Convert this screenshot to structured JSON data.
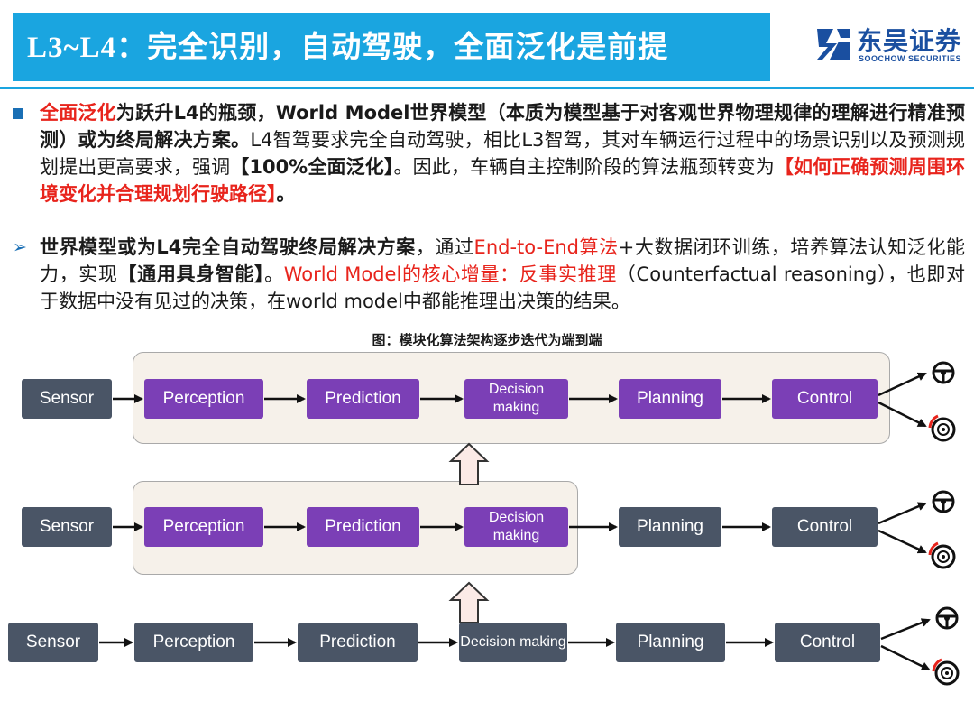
{
  "header": {
    "title_prefix": "L3~L4",
    "title_rest": "：完全识别，自动驾驶，全面泛化是前提"
  },
  "logo": {
    "name_cn": "东吴证券",
    "name_en": "SOOCHOW SECURITIES"
  },
  "paragraph1": {
    "s1_red": "全面泛化",
    "s2_bold": "为跃升L4的瓶颈，World Model世界模型（本质为模型基于对客观世界物理规律的理解进行精准预测）或为终局解决方案。",
    "s3": "L4智驾要求完全自动驾驶，相比L3智驾，其对车辆运行过程中的场景识别以及预测规划提出更高要求，强调",
    "s4_bold": "【100%全面泛化】",
    "s5": "。因此，车辆自主控制阶段的算法瓶颈转变为",
    "s6_red": "【如何正确预测周围环境变化并合理规划行驶路径】",
    "s7": "。"
  },
  "paragraph2": {
    "s1_bold": "世界模型或为L4完全自动驾驶终局解决方案",
    "s2": "，通过",
    "s3_red": "End-to-End算法",
    "s4": "+大数据闭环训练，培养算法认知泛化能力，实现",
    "s5_bold": "【通用具身智能】",
    "s6": "。",
    "s7_red": "World Model的核心增量：反事实推理",
    "s8": "（Counterfactual reasoning），也即对于数据中没有见过的决策，在world model中都能推理出决策的结果。"
  },
  "figure": {
    "caption": "图：模块化算法架构逐步迭代为端到端",
    "rows": [
      {
        "nodes": [
          "Sensor",
          "Perception",
          "Prediction",
          "Decision making",
          "Planning",
          "Control"
        ]
      },
      {
        "nodes": [
          "Sensor",
          "Perception",
          "Prediction",
          "Decision making",
          "Planning",
          "Control"
        ]
      },
      {
        "nodes": [
          "Sensor",
          "Perception",
          "Prediction",
          "Decision making",
          "Planning",
          "Control"
        ]
      }
    ]
  },
  "icons": {
    "steering": "steering-wheel-icon",
    "brake": "brake-disc-icon",
    "up_arrow": "up-arrow-icon",
    "logo_mark": "soochow-logo-icon"
  },
  "colors": {
    "header": "#1aa5e0",
    "accent_red": "#e8241c",
    "module_purple": "#7b3fb6",
    "module_slate": "#4a5566",
    "frame_fill": "#f6f1ea"
  }
}
